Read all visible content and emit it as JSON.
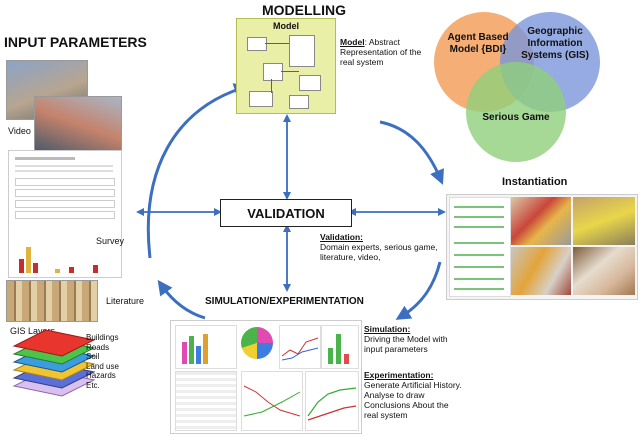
{
  "input": {
    "title": "INPUT PARAMETERS",
    "video_label": "Video",
    "survey_label": "Survey",
    "literature_label": "Literature",
    "gis_title": "GIS Layers",
    "gis_layers": [
      "Buildings",
      "Roads",
      "Soil",
      "Land use",
      "Hazards",
      "Etc."
    ]
  },
  "modelling": {
    "title": "MODELLING",
    "model_window_title": "Model",
    "model_term": "Model",
    "model_desc": ": Abstract Representation of the real system"
  },
  "venn": {
    "circles": [
      {
        "label": "Agent Based Model {BDI}",
        "color": "#f4a566"
      },
      {
        "label": "Geographic Information Systems (GIS)",
        "color": "#7b96d9"
      },
      {
        "label": "Serious Game",
        "color": "#8fcf7a"
      }
    ]
  },
  "validation": {
    "box_label": "VALIDATION",
    "term": "Validation:",
    "desc": "Domain experts, serious game, literature, video,"
  },
  "instantiation": {
    "title": "Instantiation"
  },
  "simulation": {
    "title": "SIMULATION/EXPERIMENTATION",
    "sim_term": "Simulation:",
    "sim_desc": "Driving the Model with input parameters",
    "exp_term": "Experimentation:",
    "exp_desc": "Generate Artificial History. Analyse to draw Conclusions About the real system"
  }
}
